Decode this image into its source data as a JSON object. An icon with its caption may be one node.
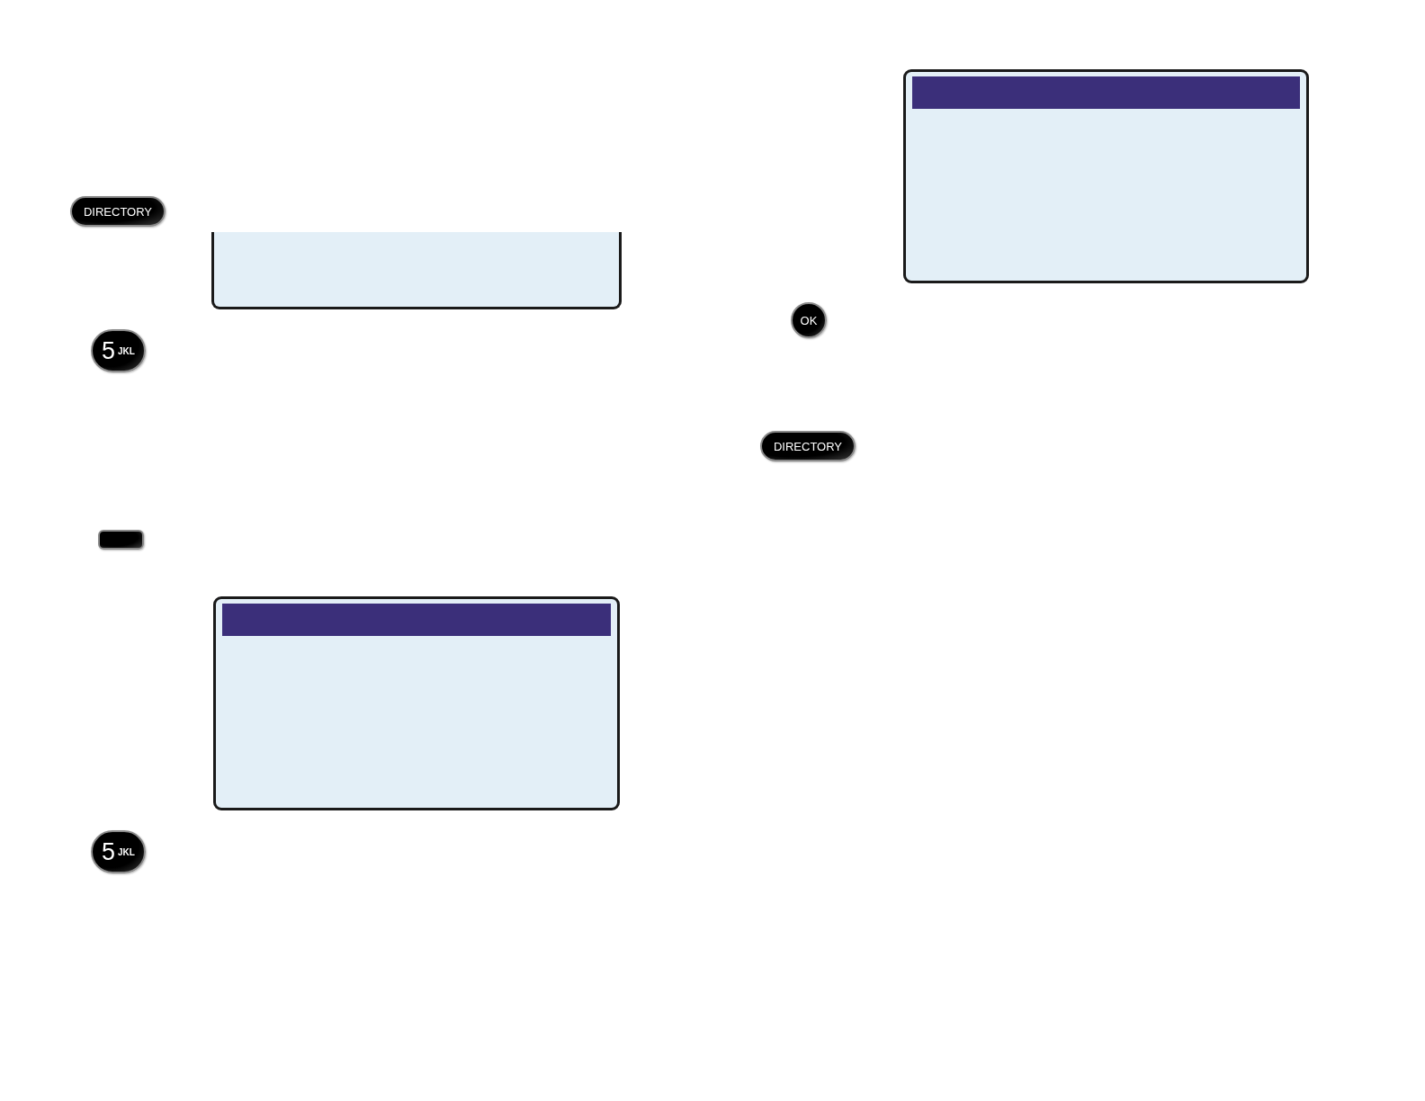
{
  "diagram": {
    "nodes": [
      {
        "text": [
          "DIRECTORY"
        ]
      },
      {
        "text": [],
        "shape": "screen"
      },
      {
        "text": [
          "5",
          "JKL"
        ]
      },
      {
        "text": [],
        "shape": "box"
      },
      {
        "text": [],
        "shape": "screen"
      },
      {
        "text": [
          "5",
          "JKL"
        ]
      },
      {
        "text": [],
        "shape": "screen"
      },
      {
        "text": [
          "OK"
        ]
      },
      {
        "text": [
          "DIRECTORY"
        ]
      }
    ]
  }
}
